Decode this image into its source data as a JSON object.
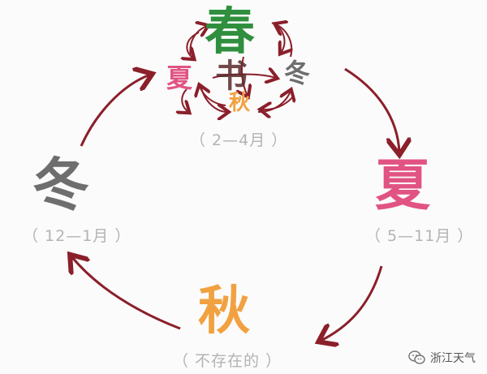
{
  "seasons": {
    "spring": {
      "label": "春",
      "range": "（ 2—4月 ）"
    },
    "summer": {
      "label": "夏",
      "range": "（ 5—11月 ）"
    },
    "autumn": {
      "label": "秋",
      "range": "（ 不存在的 ）"
    },
    "winter": {
      "label": "冬",
      "range": "（ 12—1月 ）"
    }
  },
  "cluster": {
    "summer": "夏",
    "winter": "冬",
    "autumn": "秋",
    "center": "书"
  },
  "brand": {
    "name": "浙江天气",
    "icon": "wechat-icon"
  },
  "colors": {
    "spring": "#2f8f3e",
    "summer": "#e15382",
    "autumn": "#f2a141",
    "winter": "#6e6e6e",
    "arrow": "#8b1f2a"
  }
}
